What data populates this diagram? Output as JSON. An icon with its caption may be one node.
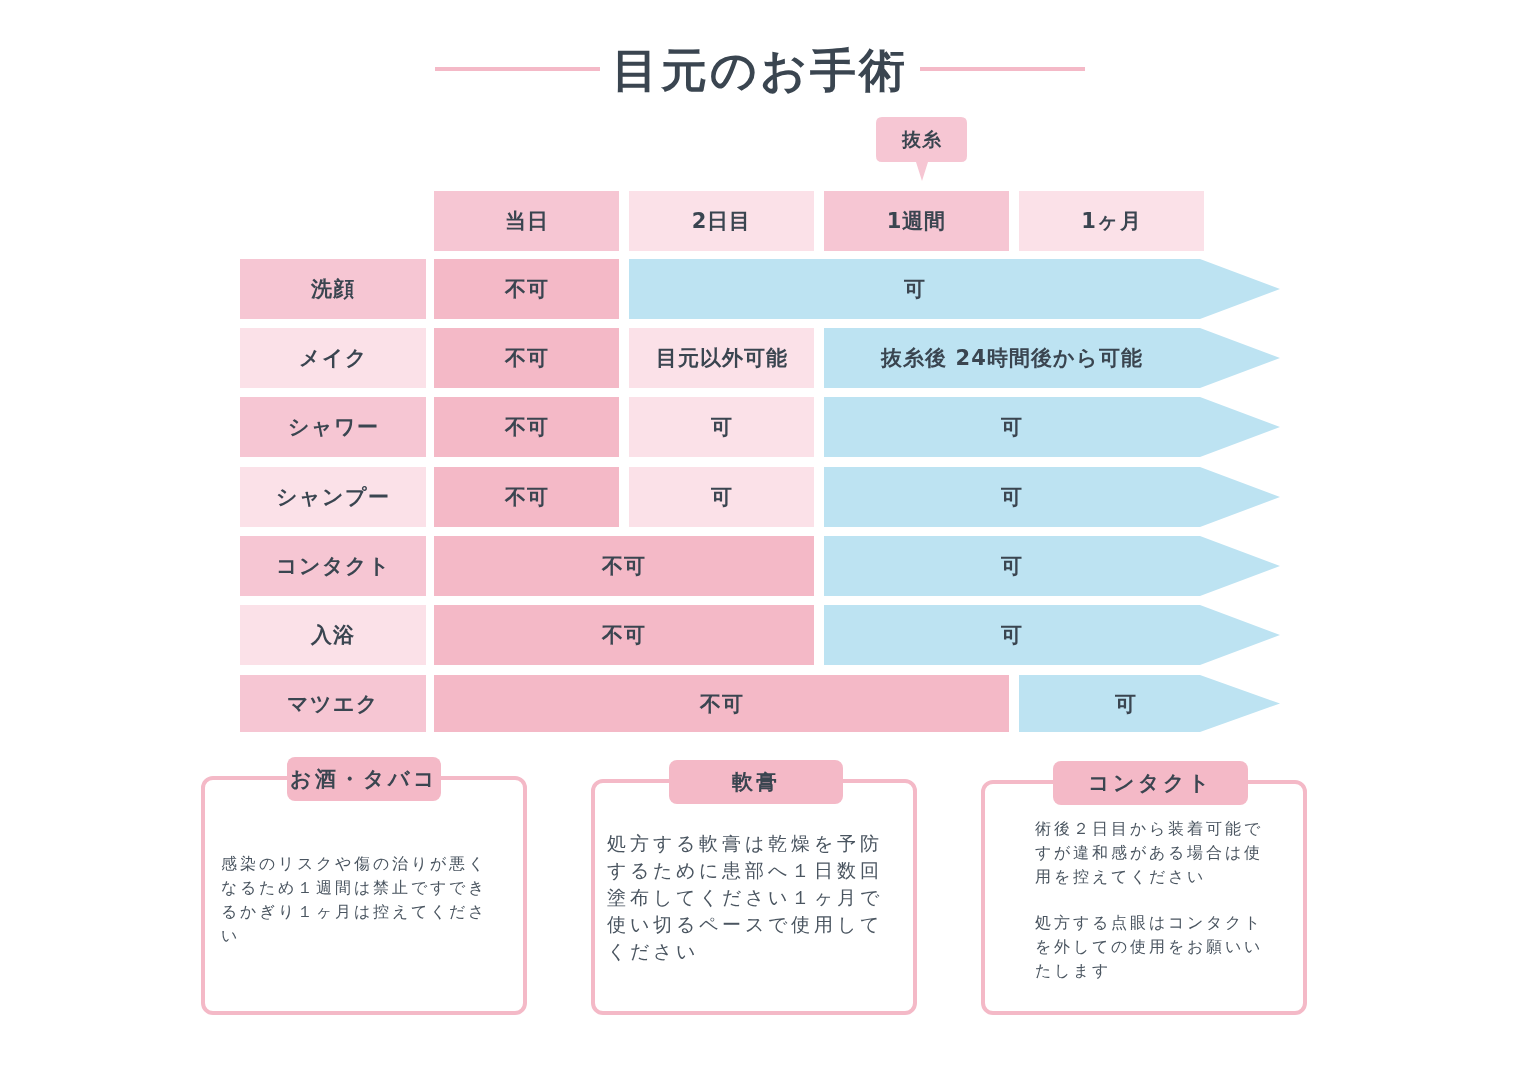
{
  "diagram": {
    "title": "目元のお手術",
    "nodes": [
      {
        "text": [
          "当日"
        ]
      },
      {
        "text": [
          "2日目"
        ]
      },
      {
        "text": [
          "1週間"
        ]
      },
      {
        "text": [
          "1ヶ月"
        ]
      },
      {
        "text": [
          "抜糸"
        ]
      },
      {
        "text": [
          "洗顔"
        ]
      },
      {
        "text": [
          "不可"
        ]
      },
      {
        "text": [
          "可"
        ]
      },
      {
        "text": [
          "メイク"
        ]
      },
      {
        "text": [
          "不可"
        ]
      },
      {
        "text": [
          "目元以外可能"
        ]
      },
      {
        "text": [
          "抜糸後 24時間後から可能"
        ]
      },
      {
        "text": [
          "シャワー"
        ]
      },
      {
        "text": [
          "不可"
        ]
      },
      {
        "text": [
          "可"
        ]
      },
      {
        "text": [
          "可"
        ]
      },
      {
        "text": [
          "シャンプー"
        ]
      },
      {
        "text": [
          "不可"
        ]
      },
      {
        "text": [
          "可"
        ]
      },
      {
        "text": [
          "可"
        ]
      },
      {
        "text": [
          "コンタクト"
        ]
      },
      {
        "text": [
          "不可"
        ]
      },
      {
        "text": [
          "可"
        ]
      },
      {
        "text": [
          "入浴"
        ]
      },
      {
        "text": [
          "不可"
        ]
      },
      {
        "text": [
          "可"
        ]
      },
      {
        "text": [
          "マツエク"
        ]
      },
      {
        "text": [
          "不可"
        ]
      },
      {
        "text": [
          "可"
        ]
      },
      {
        "text": [
          "お酒・タバコ",
          "感染のリスクや傷の治りが悪くなるため１週間は禁止ですできるかぎり１ヶ月は控えてください"
        ]
      },
      {
        "text": [
          "軟膏",
          "処方する軟膏は乾燥を予防するために患部へ１日数回塗布してください１ヶ月で使い切るペースで使用してください"
        ]
      },
      {
        "text": [
          "コンタクト",
          "術後２日目から装着可能ですが違和感がある場合は使用を控えてください",
          "処方する点眼はコンタクトを外しての使用をお願いいたします"
        ]
      }
    ]
  }
}
